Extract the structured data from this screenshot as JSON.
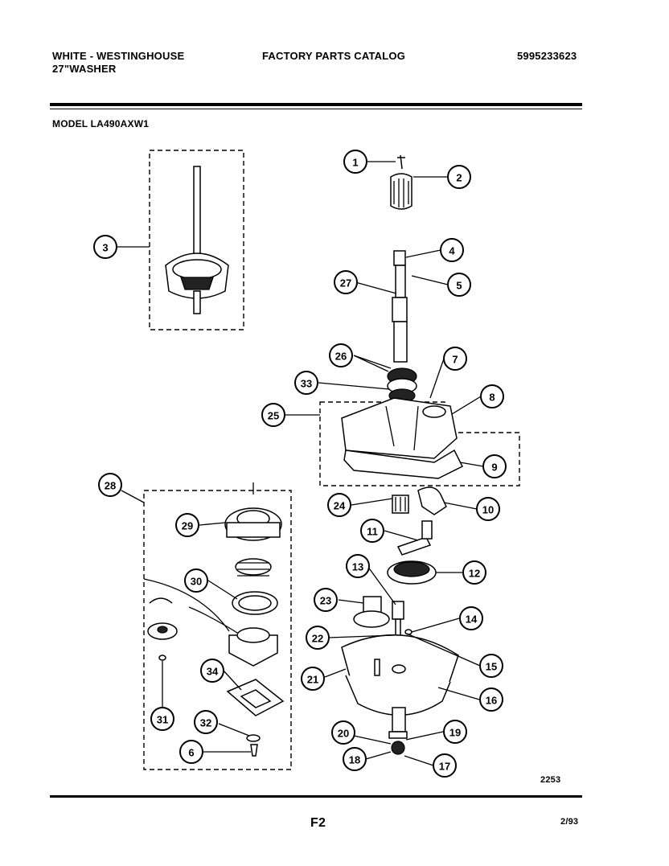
{
  "header": {
    "brand_line1": "WHITE - WESTINGHOUSE",
    "brand_line2": "27\"WASHER",
    "catalog_title": "FACTORY PARTS CATALOG",
    "catalog_number": "5995233623",
    "model": "MODEL LA490AXW1"
  },
  "footer": {
    "drawing_code": "2253",
    "page": "F2",
    "date": "2/93"
  },
  "callouts": [
    "1",
    "2",
    "3",
    "4",
    "5",
    "27",
    "26",
    "7",
    "33",
    "8",
    "25",
    "9",
    "28",
    "24",
    "10",
    "29",
    "11",
    "12",
    "30",
    "13",
    "23",
    "14",
    "22",
    "15",
    "21",
    "16",
    "34",
    "31",
    "20",
    "19",
    "32",
    "18",
    "17",
    "6"
  ]
}
